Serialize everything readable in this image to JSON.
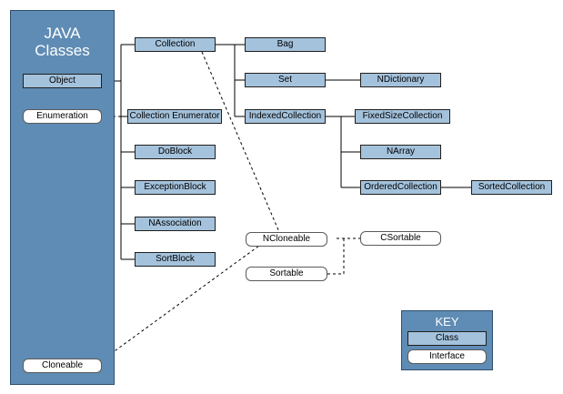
{
  "java_panel": {
    "title_line1": "JAVA",
    "title_line2": "Classes"
  },
  "key": {
    "title": "KEY",
    "class_label": "Class",
    "interface_label": "Interface"
  },
  "nodes": {
    "object": "Object",
    "enumeration": "Enumeration",
    "cloneable": "Cloneable",
    "collection": "Collection",
    "collection_enumerator": "Collection Enumerator",
    "doblock": "DoBlock",
    "exceptionblock": "ExceptionBlock",
    "nassociation": "NAssociation",
    "sortblock": "SortBlock",
    "bag": "Bag",
    "set": "Set",
    "ndictionary": "NDictionary",
    "indexedcollection": "IndexedCollection",
    "fixedsizecollection": "FixedSizeCollection",
    "narray": "NArray",
    "orderedcollection": "OrderedCollection",
    "sortedcollection": "SortedCollection",
    "ncloneable": "NCloneable",
    "csortable": "CSortable",
    "sortable": "Sortable"
  },
  "colors": {
    "panel_fill": "#5f8cb4",
    "class_fill": "#a4c2dc",
    "interface_fill": "#ffffff",
    "line": "#000000"
  }
}
